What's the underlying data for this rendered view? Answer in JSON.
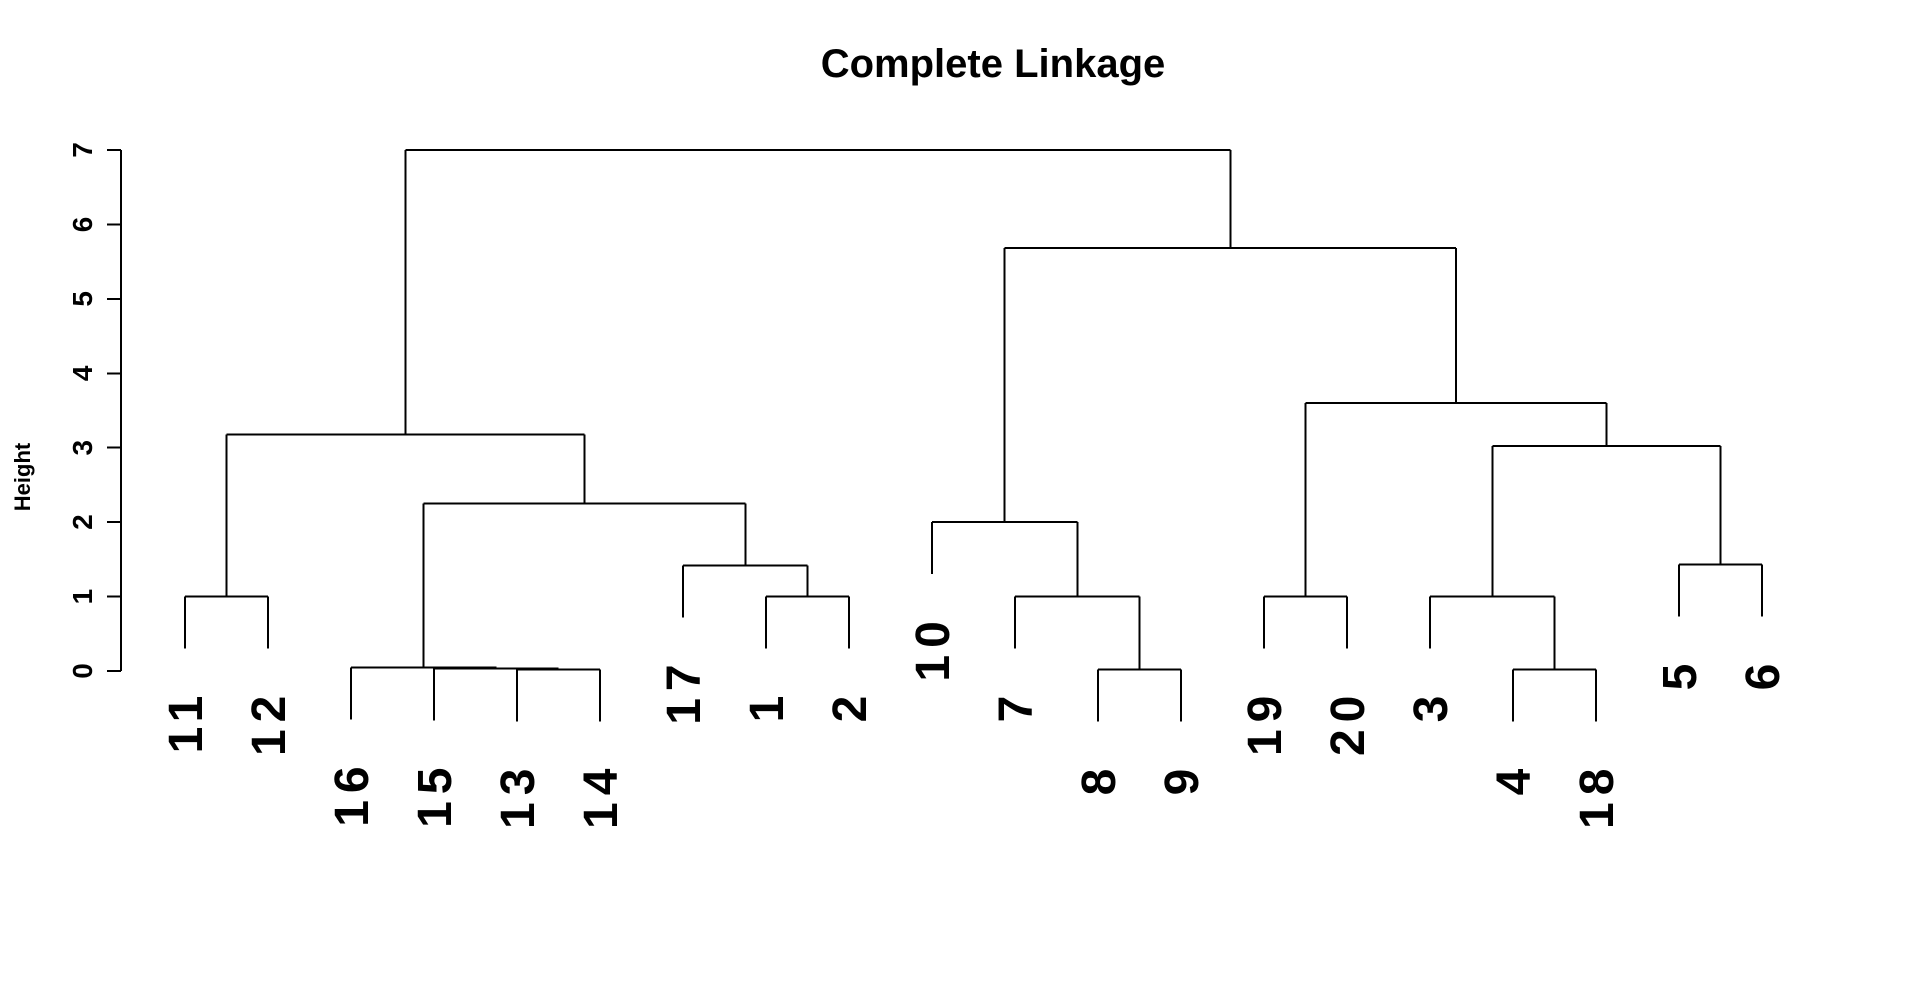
{
  "title": "Complete Linkage",
  "chart_data": {
    "type": "dendrogram",
    "title": "Complete Linkage",
    "ylabel": "Height",
    "yticks": [
      0,
      1,
      2,
      3,
      4,
      5,
      6,
      7
    ],
    "ylim": [
      0,
      7
    ],
    "grid": false,
    "legend": "none",
    "line_color": "#000000",
    "background_color": "#ffffff",
    "hang": 0.7,
    "leaf_order": [
      "11",
      "12",
      "16",
      "15",
      "13",
      "14",
      "17",
      "1",
      "2",
      "10",
      "7",
      "8",
      "9",
      "19",
      "20",
      "3",
      "4",
      "18",
      "5",
      "6"
    ],
    "merges": [
      {
        "cluster": "[13,14]",
        "height": 0.02
      },
      {
        "cluster": "[15,[13,14]]",
        "height": 0.035
      },
      {
        "cluster": "[16,[15,13,14]]",
        "height": 0.05
      },
      {
        "cluster": "[1,2]",
        "height": 1.0
      },
      {
        "cluster": "[17,[1,2]]",
        "height": 1.42
      },
      {
        "cluster": "[[16,15,13,14],[17,1,2]]",
        "height": 2.25
      },
      {
        "cluster": "[11,12]",
        "height": 1.0
      },
      {
        "cluster": "[[11,12],[16,15,13,14,17,1,2]]",
        "height": 3.18
      },
      {
        "cluster": "[8,9]",
        "height": 0.02
      },
      {
        "cluster": "[7,[8,9]]",
        "height": 1.0
      },
      {
        "cluster": "[10,[7,8,9]]",
        "height": 2.0
      },
      {
        "cluster": "[19,20]",
        "height": 1.0
      },
      {
        "cluster": "[4,18]",
        "height": 0.02
      },
      {
        "cluster": "[3,[4,18]]",
        "height": 1.0
      },
      {
        "cluster": "[5,6]",
        "height": 1.43
      },
      {
        "cluster": "[[3,4,18],[5,6]]",
        "height": 3.02
      },
      {
        "cluster": "[[19,20],[3,4,18,5,6]]",
        "height": 3.6
      },
      {
        "cluster": "[[10,7,8,9],[19,20,3,4,18,5,6]]",
        "height": 5.68
      },
      {
        "cluster": "root-all",
        "height": 7.0
      }
    ],
    "tree": {
      "height": 7.0,
      "children": [
        {
          "height": 3.18,
          "children": [
            {
              "height": 1.0,
              "children": [
                {
                  "leaf": "11"
                },
                {
                  "leaf": "12"
                }
              ]
            },
            {
              "height": 2.25,
              "children": [
                {
                  "height": 0.05,
                  "children": [
                    {
                      "leaf": "16"
                    },
                    {
                      "height": 0.035,
                      "children": [
                        {
                          "leaf": "15"
                        },
                        {
                          "height": 0.02,
                          "children": [
                            {
                              "leaf": "13"
                            },
                            {
                              "leaf": "14"
                            }
                          ]
                        }
                      ]
                    }
                  ]
                },
                {
                  "height": 1.42,
                  "children": [
                    {
                      "leaf": "17"
                    },
                    {
                      "height": 1.0,
                      "children": [
                        {
                          "leaf": "1"
                        },
                        {
                          "leaf": "2"
                        }
                      ]
                    }
                  ]
                }
              ]
            }
          ]
        },
        {
          "height": 5.68,
          "children": [
            {
              "height": 2.0,
              "children": [
                {
                  "leaf": "10"
                },
                {
                  "height": 1.0,
                  "children": [
                    {
                      "leaf": "7"
                    },
                    {
                      "height": 0.02,
                      "children": [
                        {
                          "leaf": "8"
                        },
                        {
                          "leaf": "9"
                        }
                      ]
                    }
                  ]
                }
              ]
            },
            {
              "height": 3.6,
              "children": [
                {
                  "height": 1.0,
                  "children": [
                    {
                      "leaf": "19"
                    },
                    {
                      "leaf": "20"
                    }
                  ]
                },
                {
                  "height": 3.02,
                  "children": [
                    {
                      "height": 1.0,
                      "children": [
                        {
                          "leaf": "3"
                        },
                        {
                          "height": 0.02,
                          "children": [
                            {
                              "leaf": "4"
                            },
                            {
                              "leaf": "18"
                            }
                          ]
                        }
                      ]
                    },
                    {
                      "height": 1.43,
                      "children": [
                        {
                          "leaf": "5"
                        },
                        {
                          "leaf": "6"
                        }
                      ]
                    }
                  ]
                }
              ]
            }
          ]
        }
      ]
    }
  }
}
